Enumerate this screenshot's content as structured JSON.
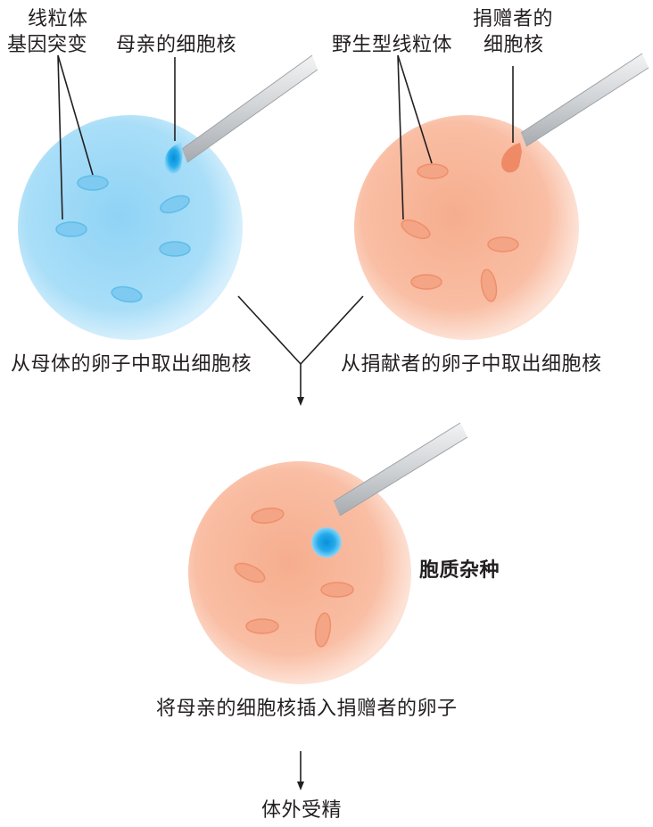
{
  "labels": {
    "mito_mutation_line1": "线粒体",
    "mito_mutation_line2": "基因突变",
    "maternal_nucleus": "母亲的细胞核",
    "wildtype_mito": "野生型线粒体",
    "donor_nucleus_line1": "捐赠者的",
    "donor_nucleus_line2": "细胞核",
    "step_remove_maternal": "从母体的卵子中取出细胞核",
    "step_remove_donor": "从捐献者的卵子中取出细胞核",
    "cytoplasmic_hybrid": "胞质杂种",
    "step_insert": "将母亲的细胞核插入捐赠者的卵子",
    "step_ivf": "体外受精"
  },
  "colors": {
    "maternal_cell": "#9fd9f6",
    "maternal_mito": "#7cc8ee",
    "maternal_nucleus": "#1aa6e8",
    "donor_cell": "#f8b79a",
    "donor_mito": "#f29a7a",
    "donor_nucleus": "#ee7c5a",
    "line": "#231f20"
  }
}
